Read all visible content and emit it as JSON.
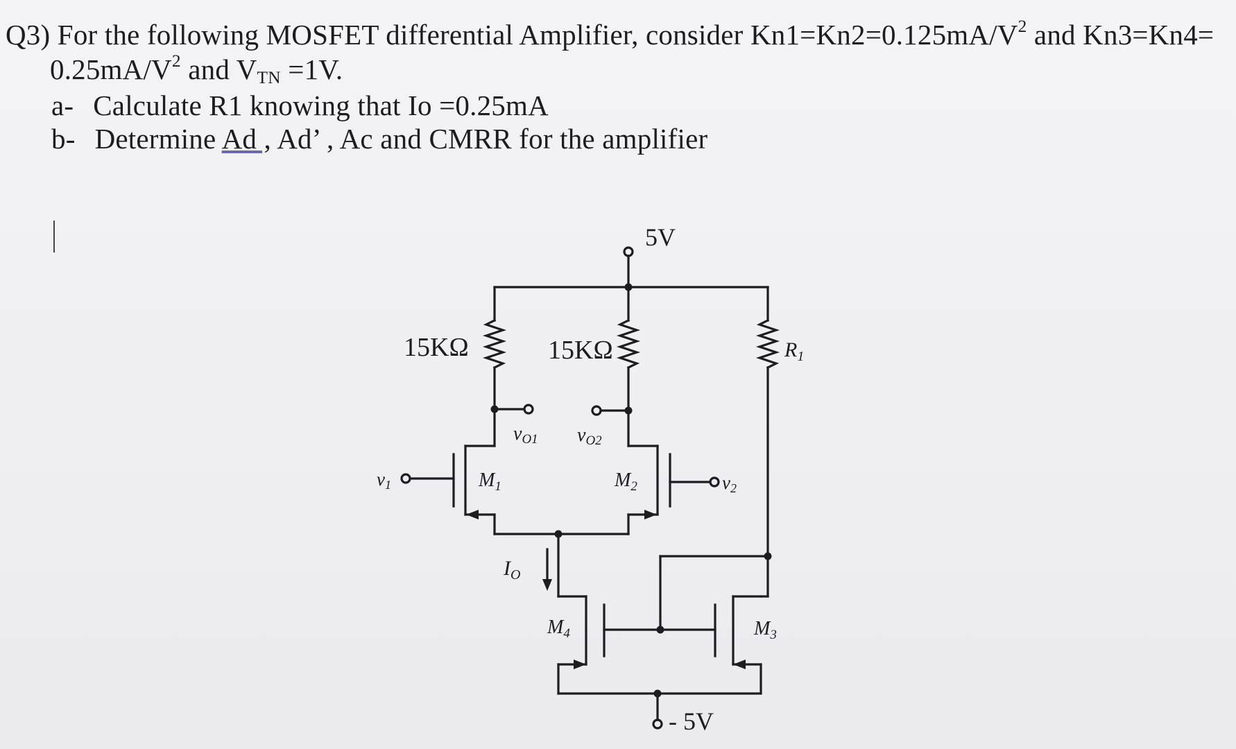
{
  "question": {
    "line1": "Q3) For the following MOSFET differential Amplifier, consider Kn1=Kn2=0.125mA/V",
    "line1_sup": "2",
    "line1_tail": " and Kn3=Kn4=",
    "line2_a": "0.25mA/V",
    "line2_sup": "2",
    "line2_b": " and V",
    "line2_sub": "TN",
    "line2_c": " =1V.",
    "part_a_label": "a-",
    "part_a_text": "Calculate R1 knowing that Io =0.25mA",
    "part_b_label": "b-",
    "part_b_text_1": "Determine ",
    "part_b_underlined": "Ad ,",
    "part_b_text_2": " Ad’ , Ac and CMRR for the amplifier"
  },
  "circuit": {
    "vdd_label": "5V",
    "vss_label": "- 5V",
    "r_left_label": "15KΩ",
    "r_mid_label": "15KΩ",
    "r1_label": "R",
    "r1_sub": "1",
    "vo1_label": "v",
    "vo1_sub": "O1",
    "vo2_label": "v",
    "vo2_sub": "O2",
    "v1_label": "v",
    "v1_sub": "1",
    "v2_label": "v",
    "v2_sub": "2",
    "m1_label": "M",
    "m1_sub": "1",
    "m2_label": "M",
    "m2_sub": "2",
    "m3_label": "M",
    "m3_sub": "3",
    "m4_label": "M",
    "m4_sub": "4",
    "io_label": "I",
    "io_sub": "O"
  }
}
